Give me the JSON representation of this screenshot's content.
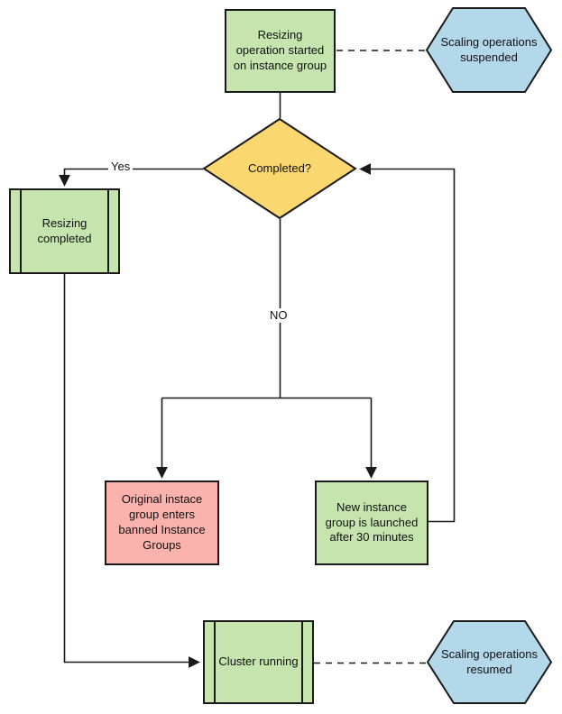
{
  "diagram_type": "flowchart",
  "colors": {
    "green": "#c6e5ae",
    "yellow": "#fbd76f",
    "red": "#f9b2ac",
    "blue": "#b3d8ea",
    "stroke": "#1a1a1a"
  },
  "nodes": {
    "resizing_started": {
      "shape": "process",
      "label": "Resizing operation started on instance group"
    },
    "scaling_suspended": {
      "shape": "hexagon",
      "label": "Scaling operations suspended"
    },
    "completed": {
      "shape": "decision",
      "label": "Completed?"
    },
    "resizing_completed": {
      "shape": "predefined-process",
      "label": "Resizing completed"
    },
    "banned_groups": {
      "shape": "process",
      "label": "Original instace group enters banned Instance Groups"
    },
    "new_instance": {
      "shape": "process",
      "label": "New instance group is launched after 30 minutes"
    },
    "cluster_running": {
      "shape": "predefined-process",
      "label": "Cluster running"
    },
    "scaling_resumed": {
      "shape": "hexagon",
      "label": "Scaling operations resumed"
    }
  },
  "edge_labels": {
    "yes": "Yes",
    "no": "NO"
  },
  "edges": [
    {
      "from": "resizing_started",
      "to": "completed",
      "style": "solid",
      "label": ""
    },
    {
      "from": "resizing_started",
      "to": "scaling_suspended",
      "style": "dashed",
      "label": ""
    },
    {
      "from": "completed",
      "to": "resizing_completed",
      "style": "solid",
      "label": "Yes"
    },
    {
      "from": "completed",
      "to": "banned_groups",
      "style": "solid",
      "label": "NO"
    },
    {
      "from": "completed",
      "to": "new_instance",
      "style": "solid",
      "label": "NO"
    },
    {
      "from": "new_instance",
      "to": "completed",
      "style": "solid",
      "label": ""
    },
    {
      "from": "resizing_completed",
      "to": "cluster_running",
      "style": "solid",
      "label": ""
    },
    {
      "from": "cluster_running",
      "to": "scaling_resumed",
      "style": "dashed",
      "label": ""
    }
  ]
}
